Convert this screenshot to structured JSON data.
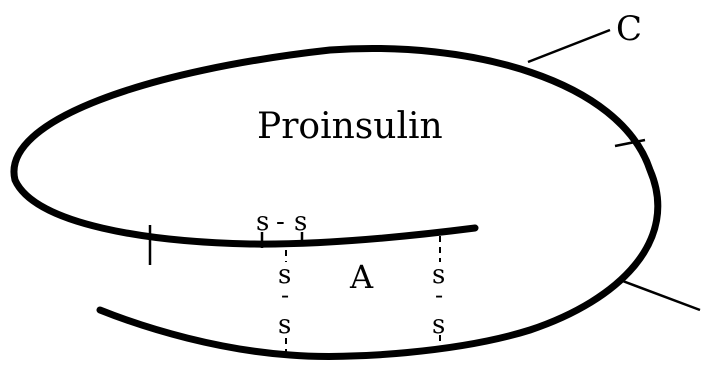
{
  "diagram": {
    "title": "Proinsulin",
    "chain_labels": {
      "c_peptide": "C",
      "a_chain": "A"
    },
    "disulfide": {
      "intra_a": {
        "left": "s",
        "dash": "-",
        "right": "s"
      },
      "inter_1": {
        "top": "s",
        "dash": "-",
        "bottom": "s"
      },
      "inter_2": {
        "top": "s",
        "dash": "-",
        "bottom": "s"
      }
    }
  }
}
